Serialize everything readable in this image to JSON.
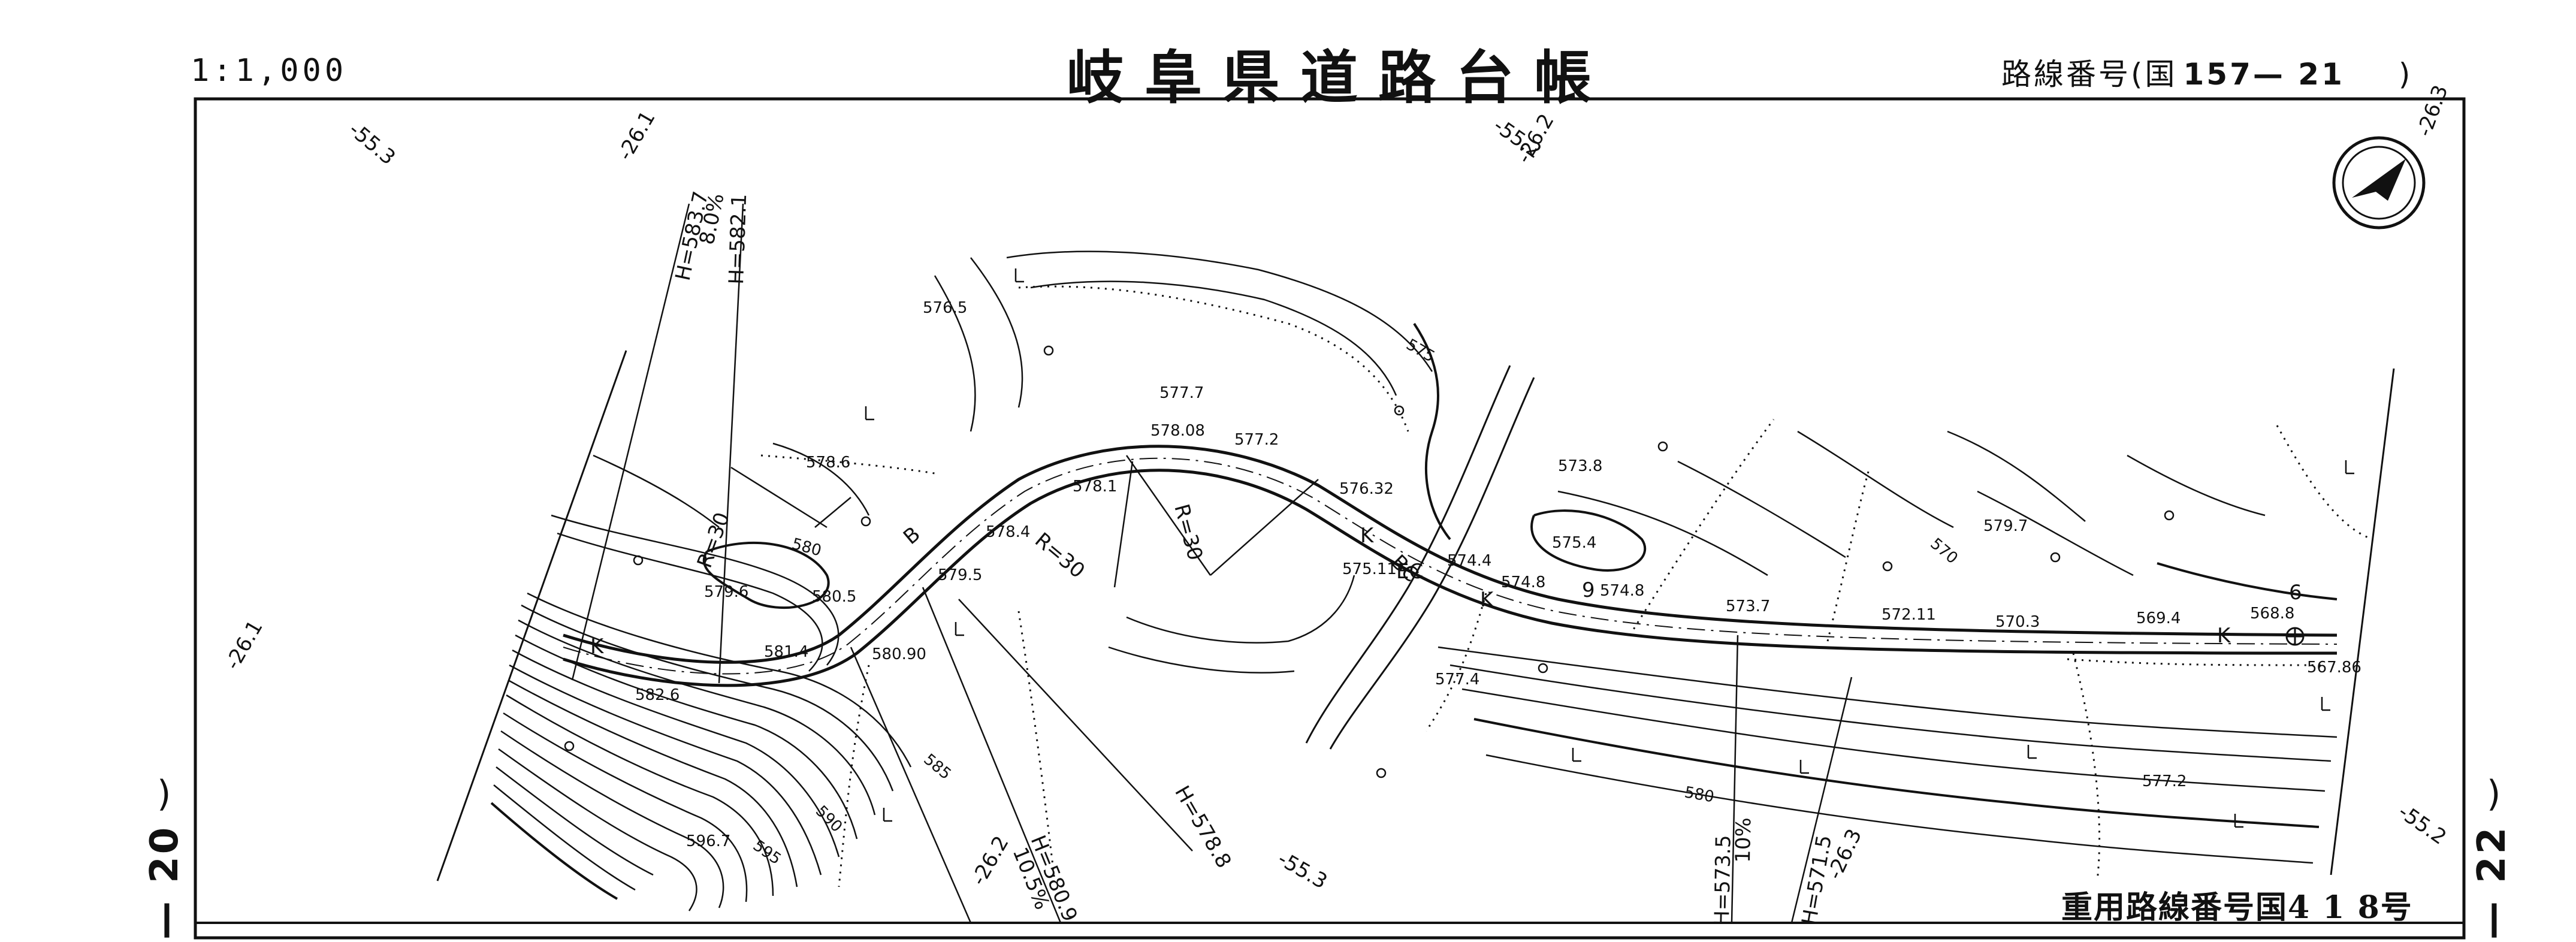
{
  "header": {
    "scale": "1:1,000",
    "title": "岐阜県道路台帳",
    "route_prefix": "路線番号(国",
    "route_number": "157— 21",
    "route_suffix": ")"
  },
  "sheet": {
    "left_number": "— 20",
    "left_paren": ")",
    "right_number": "— 22",
    "right_paren": ")"
  },
  "footer": {
    "note": "重用路線番号国4 1 8号"
  },
  "map": {
    "north_arrow": "north-arrow-icon",
    "border_labels": [
      {
        "text": "-55.3"
      },
      {
        "text": "-26.1"
      },
      {
        "text": "-55.2"
      },
      {
        "text": "-26.2"
      },
      {
        "text": "-26.3"
      },
      {
        "text": "-26.1"
      },
      {
        "text": "-26.2"
      },
      {
        "text": "-55.3"
      },
      {
        "text": "-26.3"
      },
      {
        "text": "-55.2"
      }
    ],
    "spot_heights": [
      {
        "text": "576.5"
      },
      {
        "text": "577.7"
      },
      {
        "text": "578.08"
      },
      {
        "text": "577.2"
      },
      {
        "text": "578.6"
      },
      {
        "text": "578.1"
      },
      {
        "text": "576.32"
      },
      {
        "text": "573.8"
      },
      {
        "text": "579.6"
      },
      {
        "text": "580.5"
      },
      {
        "text": "578.4"
      },
      {
        "text": "579.5"
      },
      {
        "text": "575.11"
      },
      {
        "text": "575.4"
      },
      {
        "text": "574.4"
      },
      {
        "text": "574.8"
      },
      {
        "text": "574.8"
      },
      {
        "text": "573.7"
      },
      {
        "text": "572.11"
      },
      {
        "text": "570.3"
      },
      {
        "text": "569.4"
      },
      {
        "text": "568.8"
      },
      {
        "text": "581.4"
      },
      {
        "text": "580.90"
      },
      {
        "text": "582.6"
      },
      {
        "text": "577.4"
      },
      {
        "text": "567.86"
      },
      {
        "text": "577.2"
      },
      {
        "text": "596.7"
      },
      {
        "text": "579.7"
      }
    ],
    "contour_labels": [
      {
        "text": "575"
      },
      {
        "text": "580"
      },
      {
        "text": "570"
      },
      {
        "text": "585"
      },
      {
        "text": "590"
      },
      {
        "text": "595"
      },
      {
        "text": "580"
      }
    ],
    "curve_labels": [
      {
        "text": "R=30"
      },
      {
        "text": "R=30"
      },
      {
        "text": "R=30"
      }
    ],
    "road_labels": [
      {
        "text": "K"
      },
      {
        "text": "K"
      },
      {
        "text": "K"
      },
      {
        "text": "K"
      },
      {
        "text": "B"
      },
      {
        "text": "BC"
      },
      {
        "text": "9"
      },
      {
        "text": "6"
      },
      {
        "text": "EC"
      }
    ],
    "grade_labels": [
      {
        "text": "H=583.7"
      },
      {
        "text": "8.0%"
      },
      {
        "text": "H=582.1"
      },
      {
        "text": "H=580.9"
      },
      {
        "text": "10.5%"
      },
      {
        "text": "H=578.8"
      },
      {
        "text": "H=573.5"
      },
      {
        "text": "10%"
      },
      {
        "text": "H=571.5"
      }
    ]
  }
}
